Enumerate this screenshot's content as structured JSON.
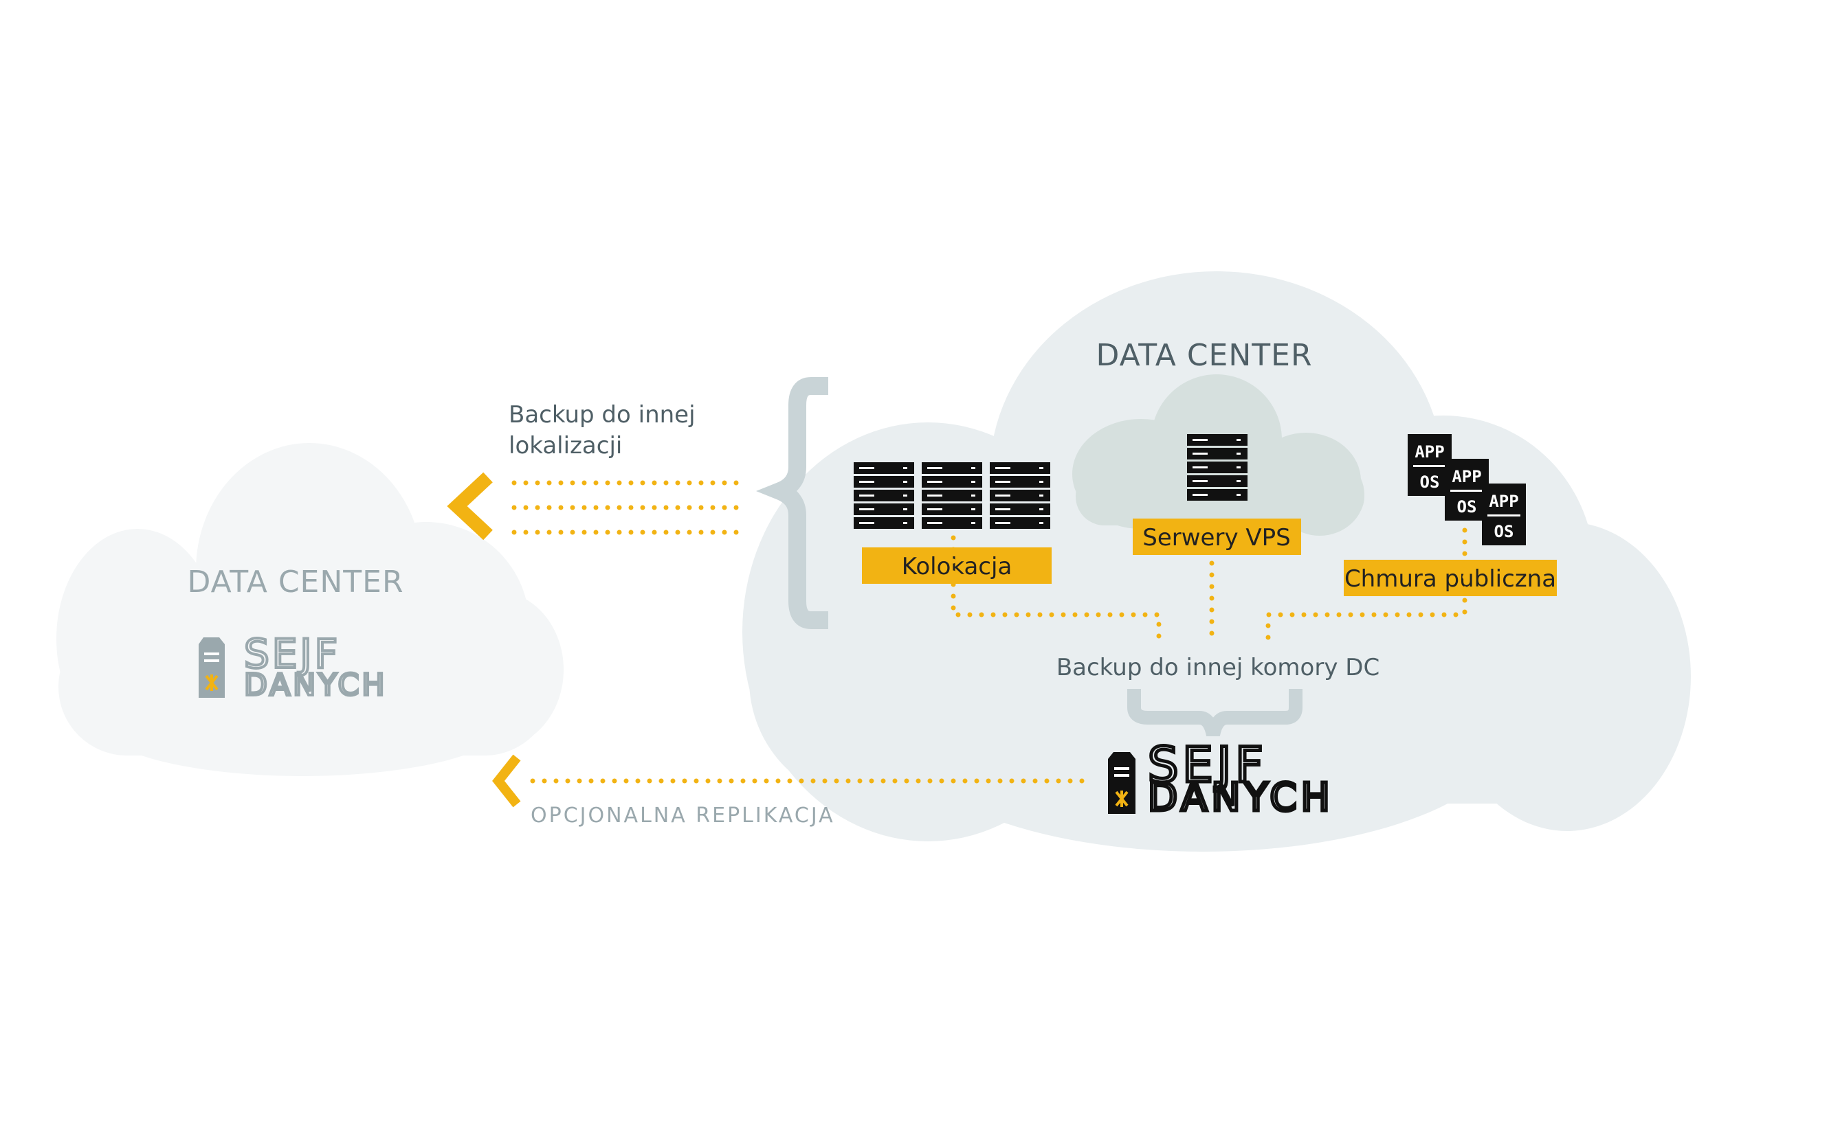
{
  "colors": {
    "accent": "#f2b313",
    "cloud_main": "#e9eef0",
    "cloud_vps": "#d6e0de",
    "cloud_remote": "#f4f6f7",
    "brace": "#c9d4d7",
    "dark": "#111111",
    "text": "#222222",
    "title": "#4f5f66",
    "muted": "#9aa8ad"
  },
  "main_cloud": {
    "title": "DATA CENTER",
    "colocation_label": "Kolokacja",
    "vps_label": "Serwery VPS",
    "public_cloud_label": "Chmura publiczna",
    "app_chip": "APP",
    "os_chip": "OS",
    "backup_chamber_label": "Backup do innej komory DC",
    "logo_line1": "SEJF",
    "logo_line2": "DANYCH"
  },
  "offsite_backup": {
    "label_line1": "Backup do innej",
    "label_line2": "lokalizacji"
  },
  "remote_cloud": {
    "title": "DATA CENTER",
    "logo_line1": "SEJF",
    "logo_line2": "DANYCH"
  },
  "replication": {
    "label": "OPCJONALNA  REPLIKACJA"
  },
  "icons": [
    "server-rack-icon",
    "server-rack-icon",
    "server-rack-icon",
    "server-rack-icon",
    "app-os-stack-icon",
    "arrow-left-icon",
    "brace-icon",
    "sejf-danych-logo-icon"
  ]
}
